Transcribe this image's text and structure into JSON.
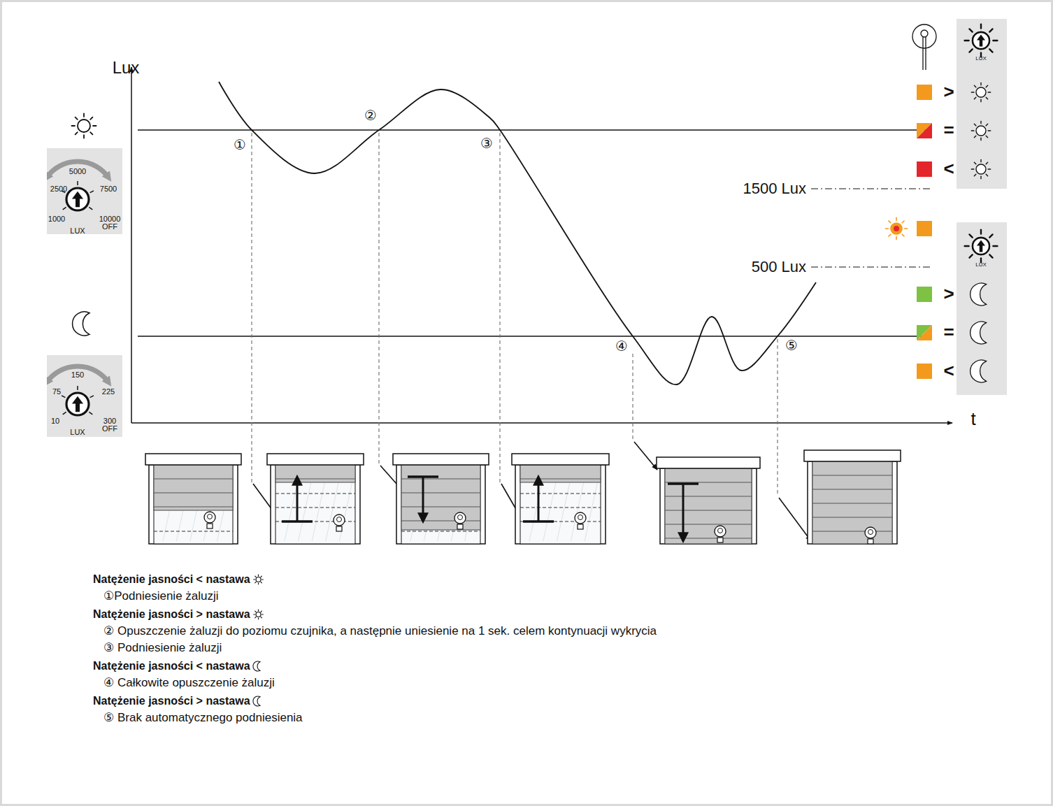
{
  "diagram": {
    "nodes": [
      {
        "text": [
          "5000",
          "2500",
          "7500",
          "1000",
          "10000",
          "OFF",
          "LUX"
        ]
      },
      {
        "text": [
          "150",
          "75",
          "225",
          "10",
          "300",
          "OFF",
          "LUX"
        ]
      },
      {
        "text": [
          "LUX"
        ]
      },
      {
        "text": [
          "LUX"
        ]
      }
    ],
    "labels": [
      "Lux",
      "t",
      "①",
      "②",
      "③",
      "④",
      "⑤",
      ">",
      "=",
      "<",
      "1500 Lux",
      ">",
      "=",
      "<",
      "500 Lux",
      "Natężenie jasności < nastawa",
      "①Podniesienie żaluzji",
      "Natężenie jasności > nastawa",
      "② Opuszczenie żaluzji do poziomu czujnika, a następnie uniesienie na 1 sek. celem kontynuacji wykrycia",
      "③ Podniesienie żaluzji",
      "Natężenie jasności < nastawa",
      "④ Całkowite opuszczenie żaluzji",
      "Natężenie jasności > nastawa",
      "⑤ Brak automatycznego podniesienia"
    ]
  }
}
